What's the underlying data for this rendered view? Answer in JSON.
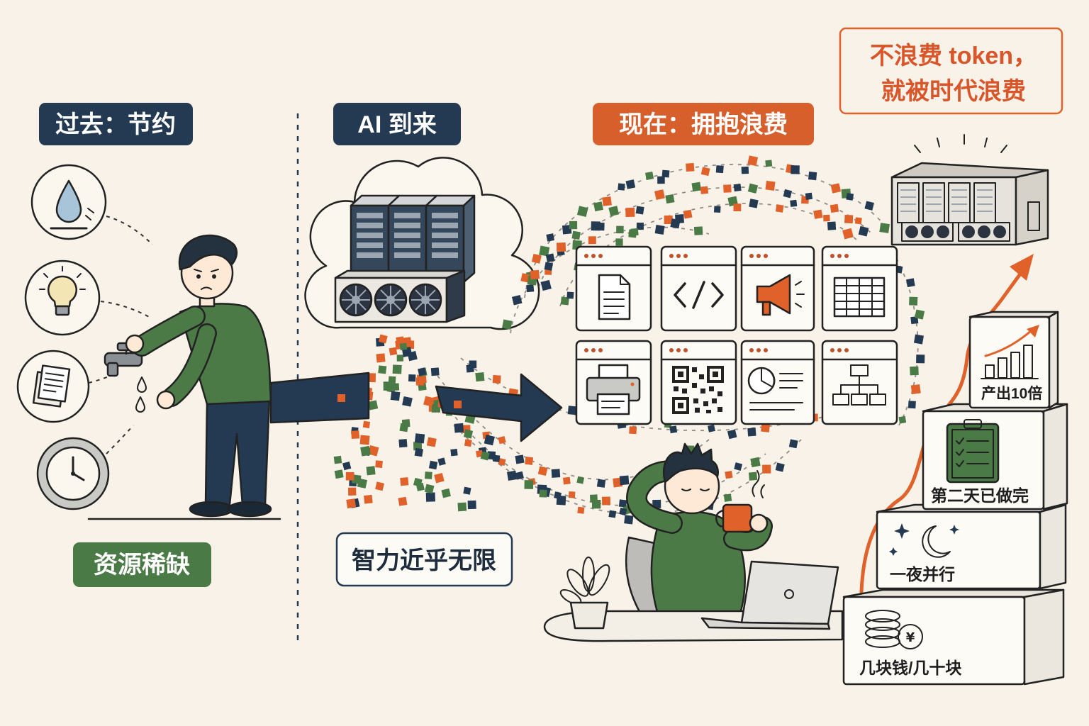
{
  "sections": {
    "past": {
      "label": "过去：节约",
      "caption": "资源稀缺"
    },
    "ai": {
      "label": "AI 到来",
      "caption": "智力近乎无限"
    },
    "now": {
      "label": "现在：拥抱浪费"
    }
  },
  "slogan": {
    "line1": "不浪费 token，",
    "line2": "就被时代浪费"
  },
  "steps": [
    {
      "label": "几块钱/几十块",
      "icon": "coins-icon"
    },
    {
      "label": "一夜并行",
      "icon": "moon-stars-icon"
    },
    {
      "label": "第二天已做完",
      "icon": "clipboard-checklist-icon"
    },
    {
      "label": "产出10倍",
      "icon": "bar-chart-growth-icon"
    }
  ],
  "left_icons": [
    "water-drop-icon",
    "light-bulb-icon",
    "document-icon",
    "clock-icon"
  ],
  "app_icons": [
    "document-icon",
    "code-icon",
    "megaphone-icon",
    "spreadsheet-icon",
    "printer-icon",
    "qr-code-icon",
    "pie-chart-report-icon",
    "org-chart-icon"
  ],
  "colors": {
    "background": "#f8f2e8",
    "navy": "#233a52",
    "green": "#4a7a45",
    "orange": "#e0622a"
  }
}
